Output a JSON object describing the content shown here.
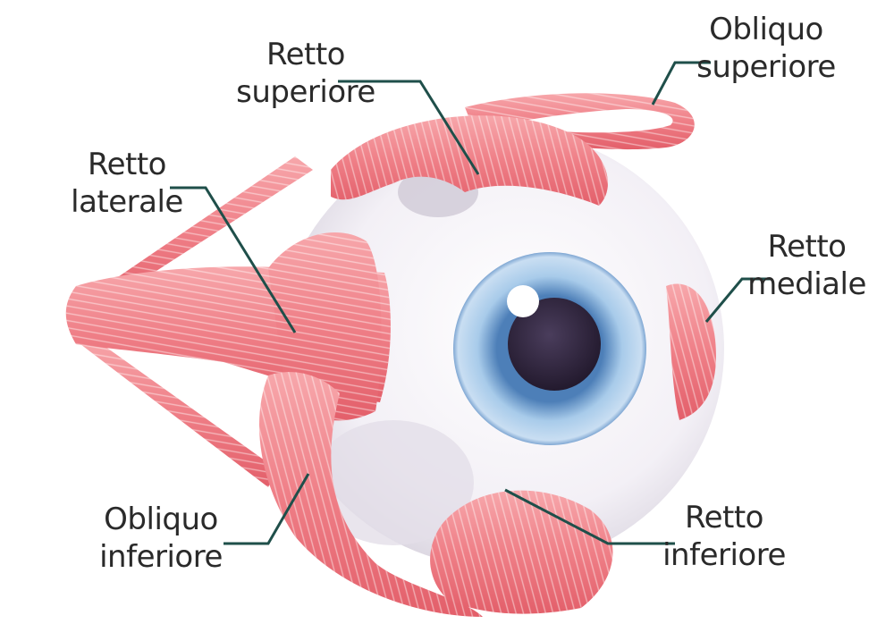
{
  "labels": {
    "retto_superiore": [
      "Retto",
      "superiore"
    ],
    "obliquo_superiore": [
      "Obliquo",
      "superiore"
    ],
    "retto_laterale": [
      "Retto",
      "laterale"
    ],
    "retto_mediale": [
      "Retto",
      "mediale"
    ],
    "obliquo_inferiore": [
      "Obliquo",
      "inferiore"
    ],
    "retto_inferiore": [
      "Retto",
      "inferiore"
    ]
  },
  "colors": {
    "muscle": "#f0898f",
    "muscle_dark": "#d9505c",
    "muscle_light": "#fbd3d5",
    "sclera": "#f6f4f8",
    "iris": "#9fc3e6",
    "pupil": "#3a2f49",
    "leader_line": "#1f4f4a"
  }
}
